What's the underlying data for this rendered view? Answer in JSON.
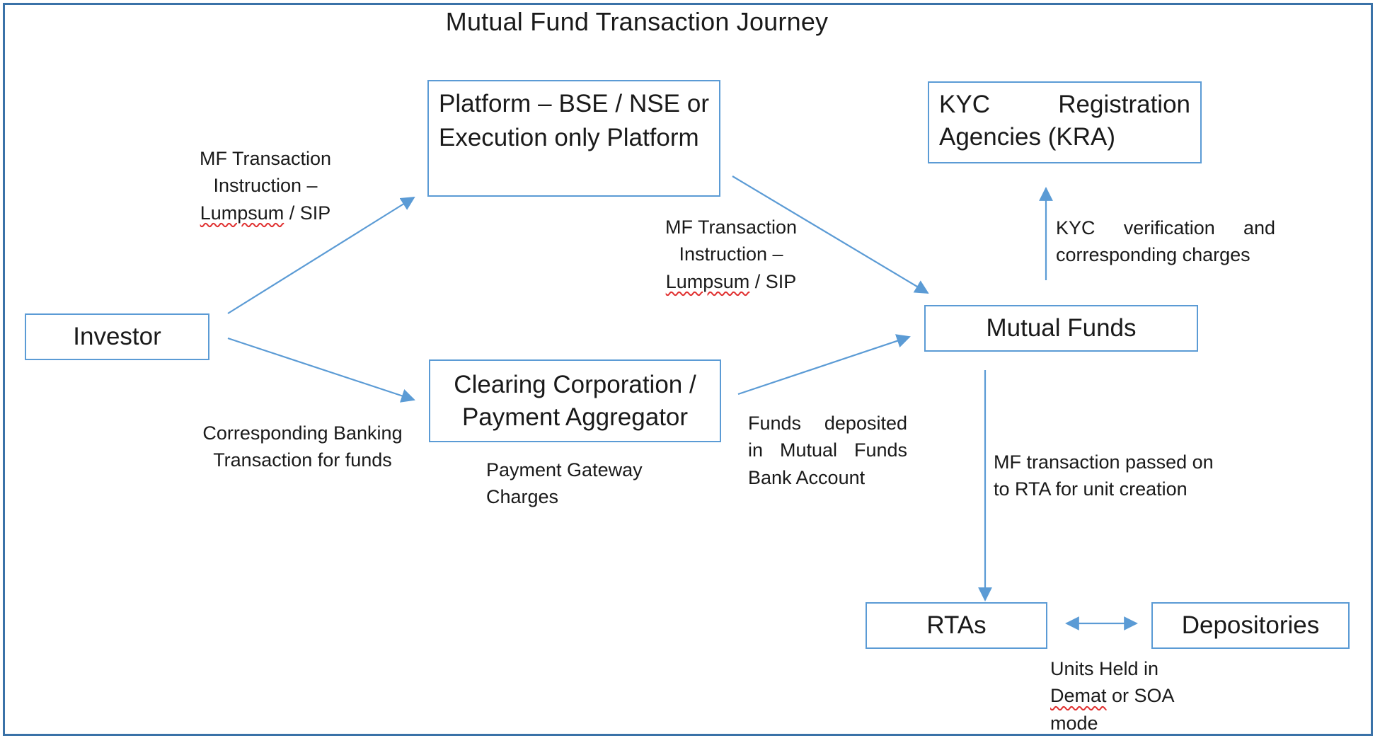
{
  "title": "Mutual Fund Transaction Journey",
  "colors": {
    "frame": "#3a72a8",
    "box_border": "#5b9bd5",
    "arrow": "#5b9bd5",
    "spell_underline": "#e03030"
  },
  "nodes": {
    "investor": "Investor",
    "platform": "Platform – BSE / NSE or Execution only Platform",
    "clearing": "Clearing Corporation / Payment Aggregator",
    "kyc": "KYC Registration Agencies (KRA)",
    "mutual_funds": "Mutual Funds",
    "rtas": "RTAs",
    "depositories": "Depositories"
  },
  "labels": {
    "instruction_left": {
      "line1": "MF Transaction",
      "line2": "Instruction –",
      "line3_word": "Lumpsum",
      "line3_rest": " / SIP"
    },
    "instruction_mid": {
      "line1": "MF Transaction",
      "line2": "Instruction –",
      "line3_word": "Lumpsum",
      "line3_rest": " / SIP"
    },
    "banking": "Corresponding Banking Transaction for funds",
    "gateway": "Payment Gateway Charges",
    "funds_deposited": "Funds deposited in Mutual Funds Bank Account",
    "kyc_verification": "KYC verification and corresponding charges",
    "rta_passed": "MF transaction passed on to RTA for unit creation",
    "units_held": {
      "line1": "Units Held in",
      "line2_word": "Demat",
      "line2_rest": " or SOA",
      "line3": "mode"
    }
  }
}
